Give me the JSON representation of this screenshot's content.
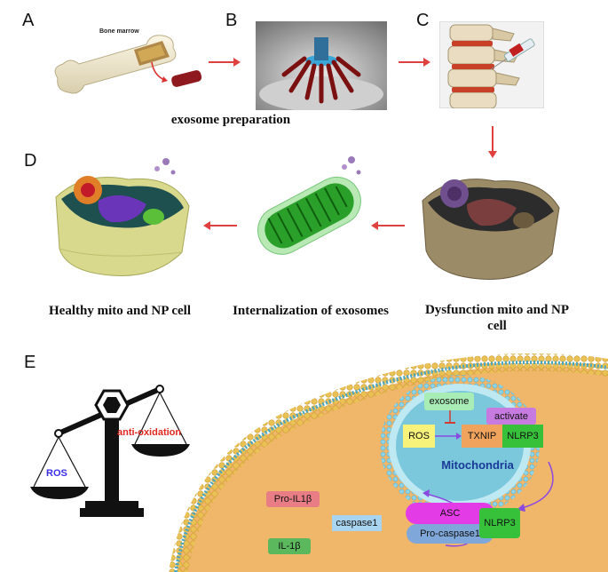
{
  "panels": {
    "a": "A",
    "b": "B",
    "c": "C",
    "d": "D",
    "e": "E"
  },
  "panel_a": {
    "bone_label": "Bone marrow"
  },
  "captions": {
    "prep": "exosome preparation",
    "healthy": "Healthy mito and NP cell",
    "internalization": "Internalization of exosomes",
    "dysfunction_line1": "Dysfunction mito and NP",
    "dysfunction_line2": "cell"
  },
  "panel_e": {
    "ros_label": "ROS",
    "anti_label": "anti-oxidation",
    "exosome": "exosome",
    "activate": "activate",
    "ros_box": "ROS",
    "txnip": "TXNIP",
    "nlrp3_top": "NLRP3",
    "mito": "Mitochondria",
    "asc": "ASC",
    "nlrp3_bottom": "NLRP3",
    "pro_caspase1": "Pro-caspase1",
    "caspase1": "caspase1",
    "pro_il1b": "Pro-IL1β",
    "il1b": "IL-1β"
  },
  "colors": {
    "arrow_red": "#e0413f",
    "ros_box": "#f6f27a",
    "txnip": "#f0a35d",
    "nlrp3": "#37c13a",
    "exosome_box": "#a8ecb6",
    "activate_box": "#c77be0",
    "asc": "#e33ce6",
    "pro_caspase1": "#7fa7d9",
    "caspase1_box": "#a9d4f0",
    "pro_il1b": "#e87d86",
    "il1b_box": "#5cb85c",
    "ros_text": "#3b2ee8",
    "anti_text": "#e0281f",
    "mito_text": "#1a3a99"
  }
}
